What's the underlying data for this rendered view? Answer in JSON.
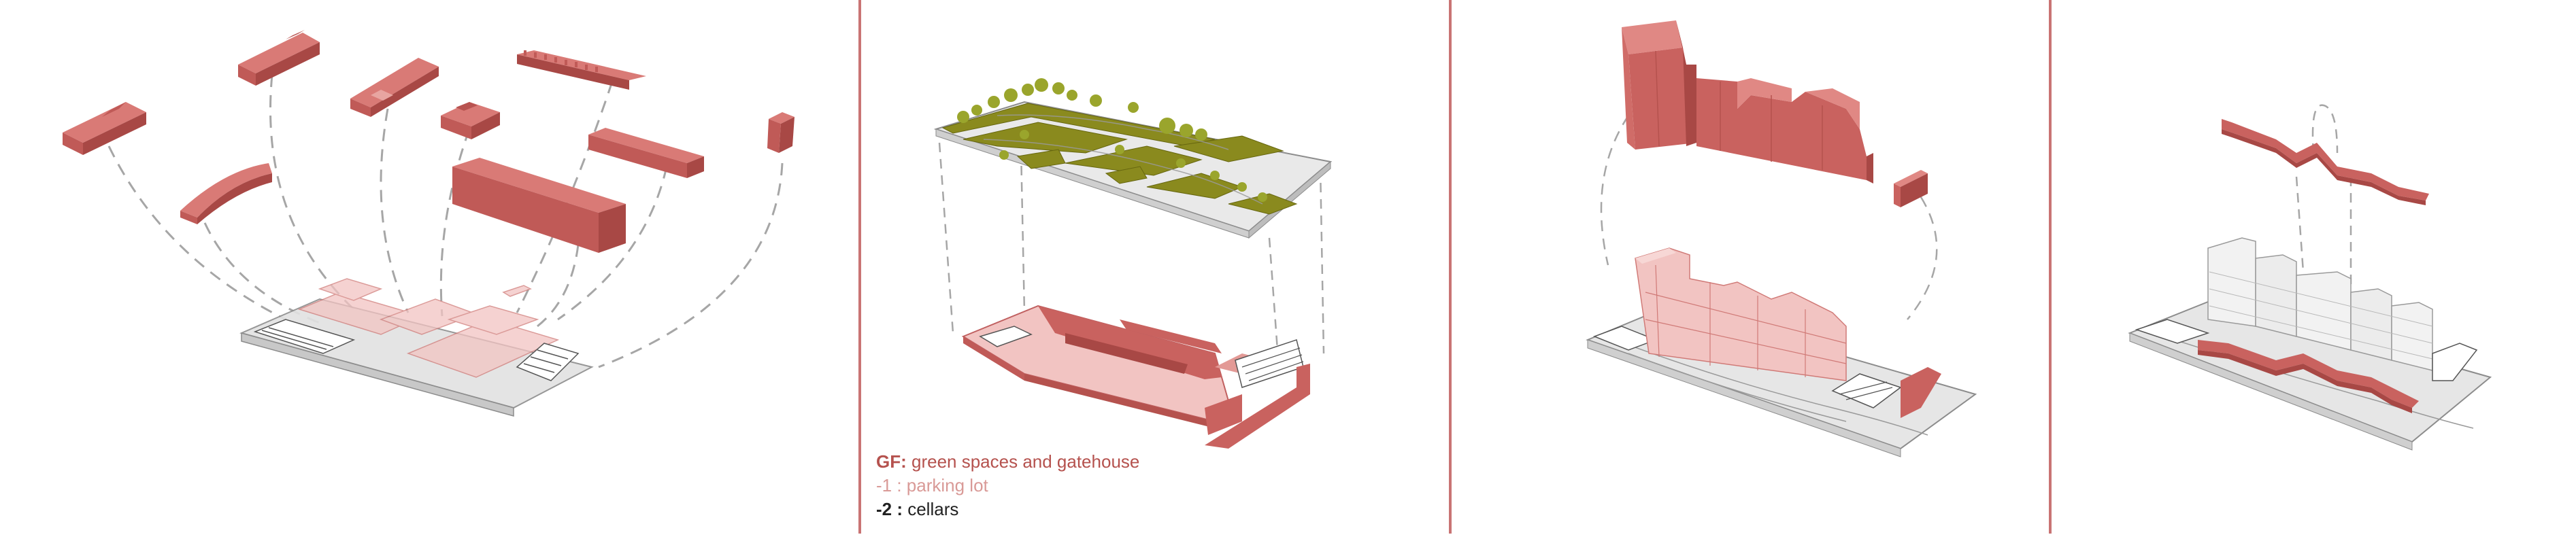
{
  "colors": {
    "background": "#ffffff",
    "divider": "#c97474",
    "building_red": "#c9625f",
    "building_red_dark": "#a84845",
    "building_red_light": "#e39a96",
    "pink_translucent": "#f2c4c2",
    "green": "#8a8a1e",
    "green_dark": "#66660f",
    "tree": "#9aa52c",
    "ground_grey": "#dcdcdc",
    "outline": "#8c8c8c",
    "legend_gf": "#b5524e",
    "legend_minus1": "#d99a97",
    "legend_minus2": "#222222"
  },
  "legend": {
    "gf_key": "GF:",
    "gf_text": " green spaces and gatehouse",
    "minus1_key": "-1 :",
    "minus1_text": " parking lot",
    "minus2_key": "-2 :",
    "minus2_text": " cellars"
  }
}
